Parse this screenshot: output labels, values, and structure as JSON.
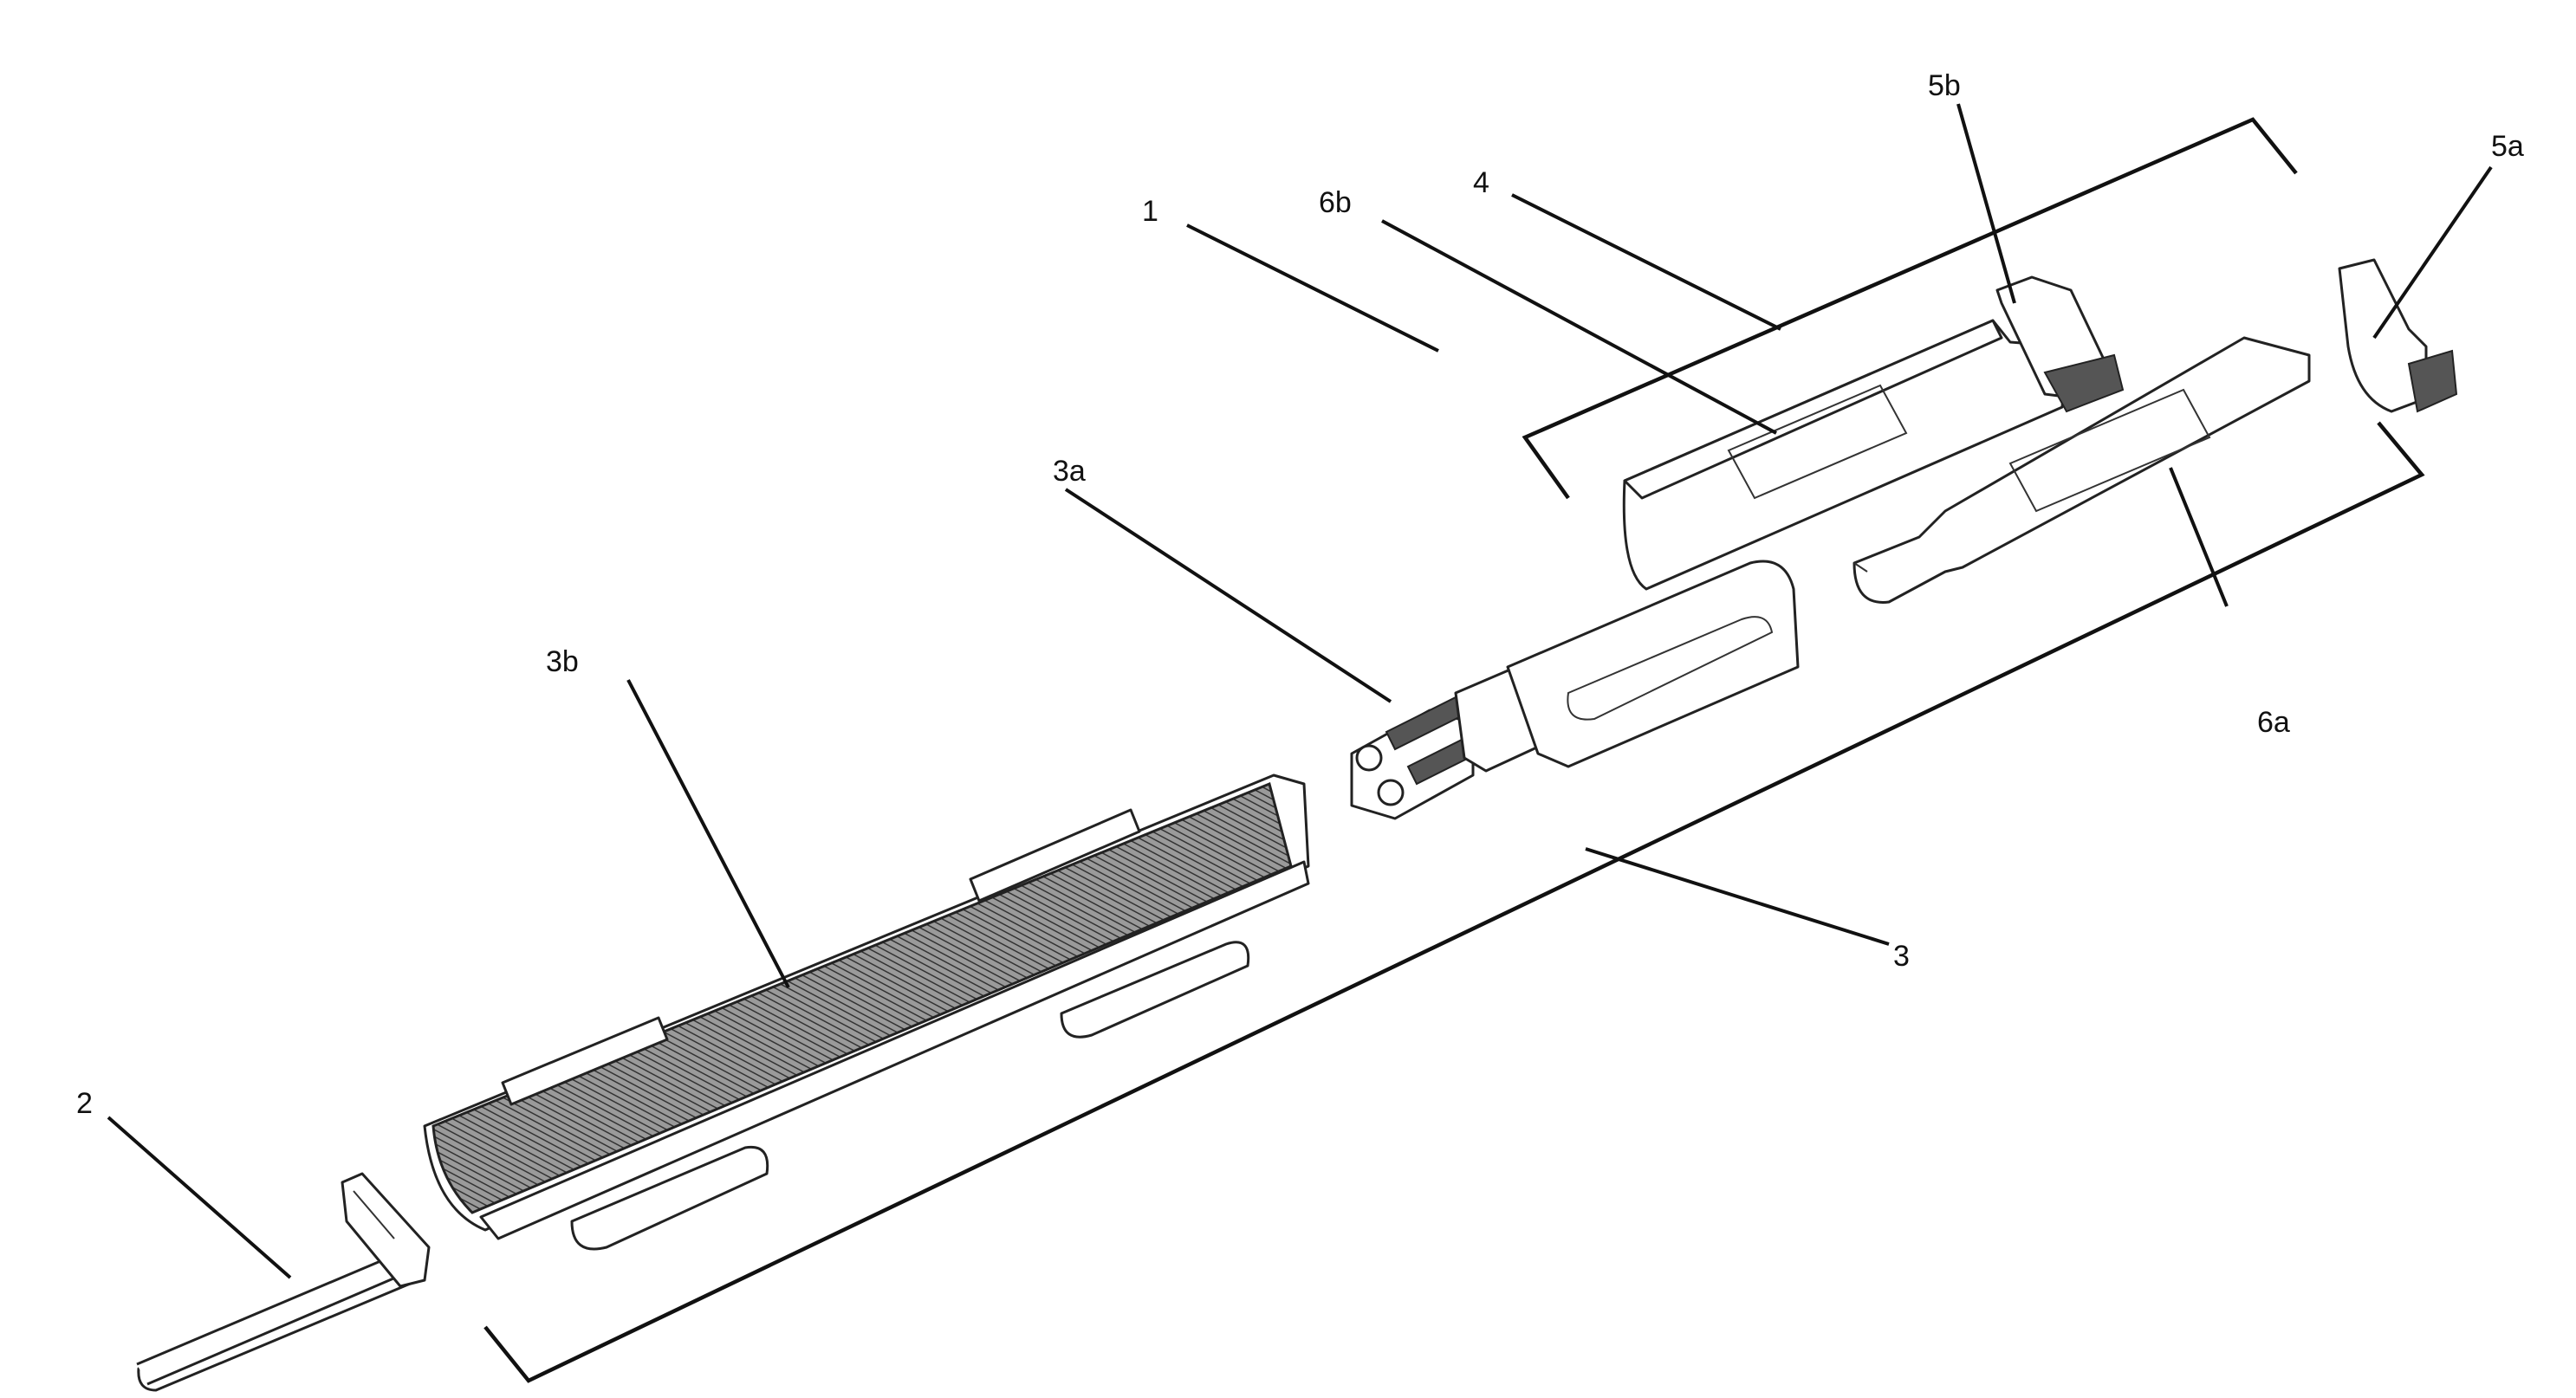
{
  "figure": {
    "type": "exploded-view technical drawing",
    "ink_color": "#111111",
    "background": "#ffffff"
  },
  "labels": {
    "assembly": "1",
    "end_cap_2": "2",
    "housing_3": "3",
    "spring_block_3a": "3a",
    "shell_3b": "3b",
    "cartridge_4": "4",
    "clip_5a": "5a",
    "clip_5b": "5b",
    "strip_6a": "6a",
    "strip_6b": "6b"
  }
}
